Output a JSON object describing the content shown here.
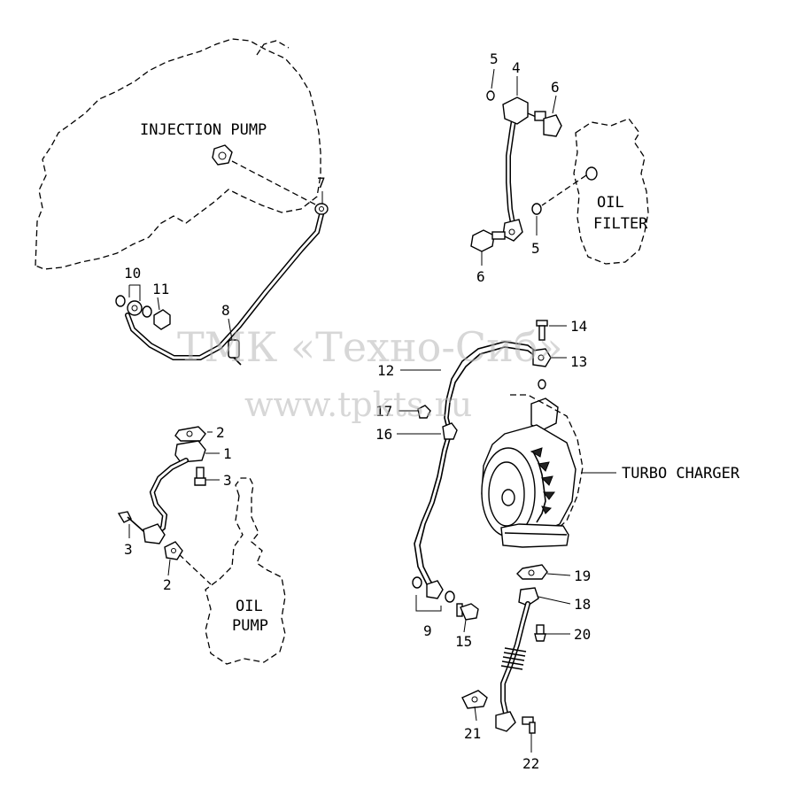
{
  "labels": {
    "injection_pump": "INJECTION PUMP",
    "oil_filter_line1": "OIL",
    "oil_filter_line2": "FILTER",
    "oil_pump_line1": "OIL",
    "oil_pump_line2": "PUMP",
    "turbo_charger": "TURBO CHARGER"
  },
  "watermark": {
    "line1": "ТМК «Техно-Сиб»",
    "line2": "www.tpkts.ru"
  },
  "callouts": {
    "p1": "1",
    "p2a": "2",
    "p2b": "2",
    "p3a": "3",
    "p3b": "3",
    "p4": "4",
    "p5a": "5",
    "p5b": "5",
    "p6a": "6",
    "p6b": "6",
    "p7": "7",
    "p8": "8",
    "p9": "9",
    "p10": "10",
    "p11": "11",
    "p12": "12",
    "p13": "13",
    "p14": "14",
    "p15": "15",
    "p16": "16",
    "p17": "17",
    "p18": "18",
    "p19": "19",
    "p20": "20",
    "p21": "21",
    "p22": "22"
  }
}
